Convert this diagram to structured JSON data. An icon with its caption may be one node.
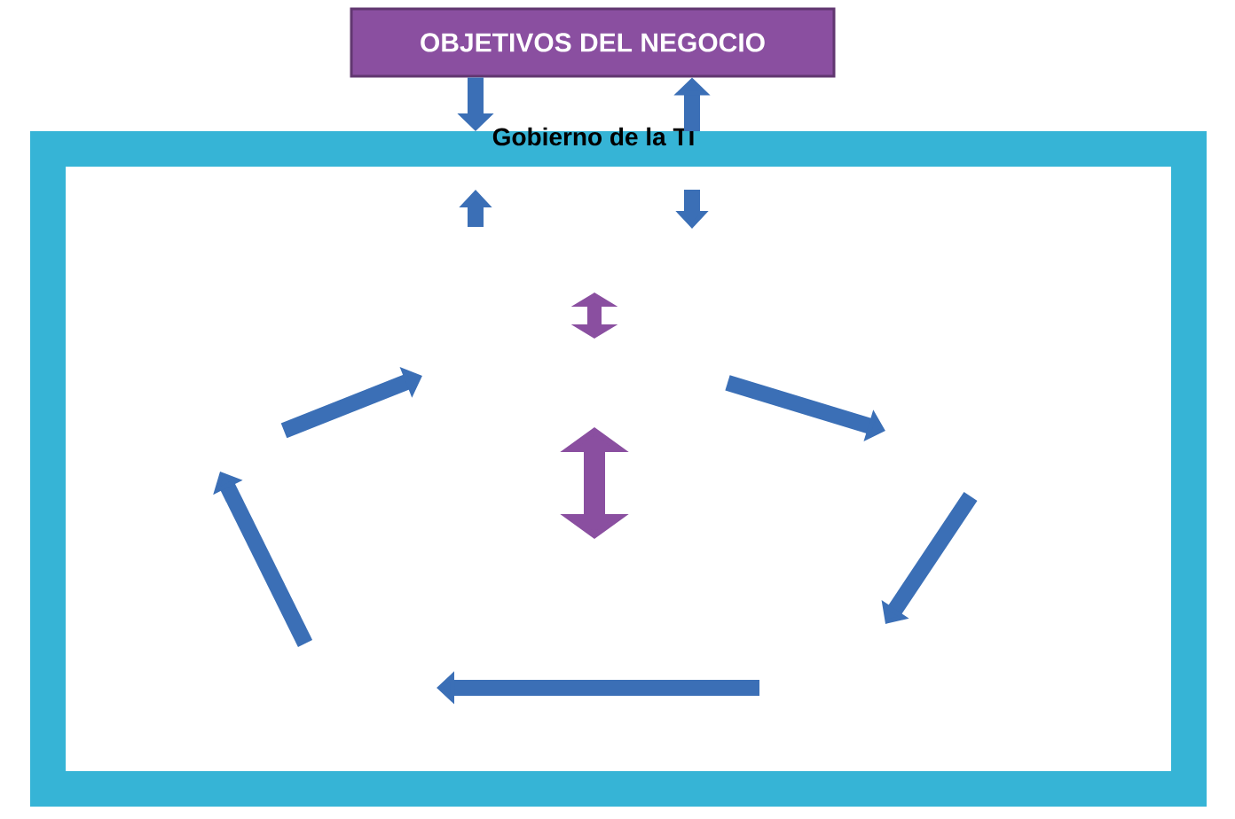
{
  "diagram": {
    "nodes": [
      {
        "text": [
          "OBJETIVOS DEL NEGOCIO"
        ]
      },
      {
        "text": [
          "Gobierno de la TI"
        ]
      }
    ],
    "edges": [
      {
        "from": 0,
        "to": 1,
        "arrow": "to"
      },
      {
        "from": 1,
        "to": 0,
        "arrow": "to"
      }
    ]
  }
}
